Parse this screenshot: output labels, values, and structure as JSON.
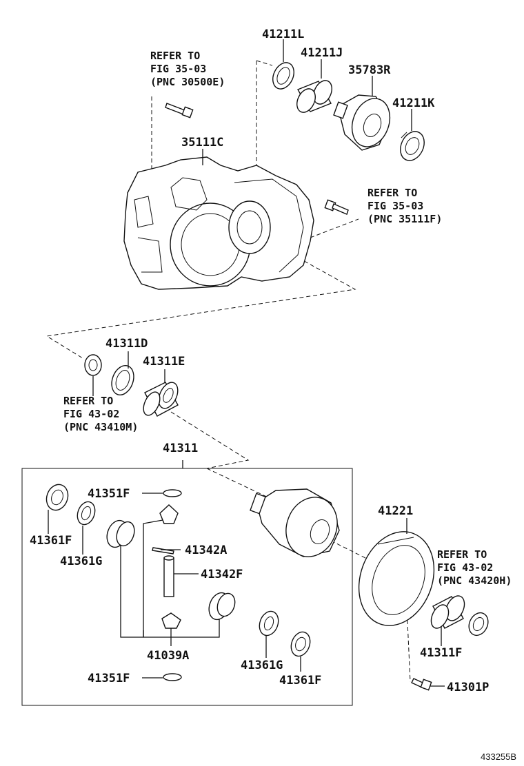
{
  "parts": {
    "p41211L": "41211L",
    "p41211J": "41211J",
    "p35783R": "35783R",
    "p41211K": "41211K",
    "p35111C": "35111C",
    "p41311D": "41311D",
    "p41311E": "41311E",
    "p41311": "41311",
    "p41351F_top": "41351F",
    "p41361F_left": "41361F",
    "p41361G_left": "41361G",
    "p41342A": "41342A",
    "p41342F": "41342F",
    "p41039A": "41039A",
    "p41351F_bottom": "41351F",
    "p41361G_right": "41361G",
    "p41361F_right": "41361F",
    "p41221": "41221",
    "p41311F": "41311F",
    "p41301P": "41301P"
  },
  "references": {
    "ref1": {
      "line1": "REFER TO",
      "line2": "FIG 35-03",
      "line3": "(PNC 30500E)"
    },
    "ref2": {
      "line1": "REFER TO",
      "line2": "FIG 35-03",
      "line3": "(PNC 35111F)"
    },
    "ref3": {
      "line1": "REFER TO",
      "line2": "FIG 43-02",
      "line3": "(PNC 43410M)"
    },
    "ref4": {
      "line1": "REFER TO",
      "line2": "FIG 43-02",
      "line3": "(PNC 43420H)"
    }
  },
  "figure_id": "433255B"
}
